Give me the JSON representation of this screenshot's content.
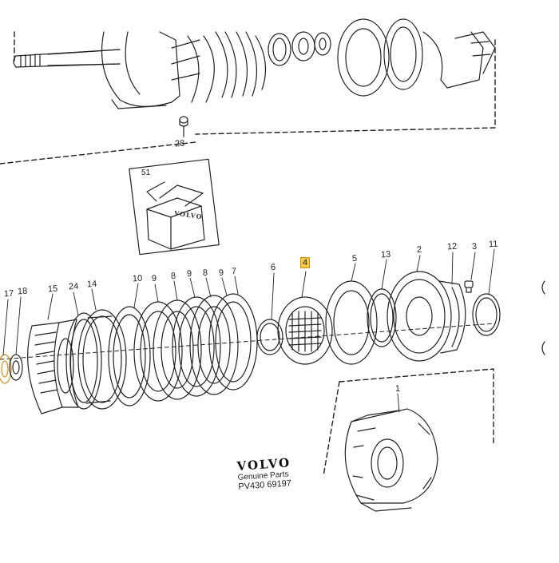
{
  "diagram": {
    "brand": {
      "logo_text": "VOLVO",
      "subtitle": "Genuine Parts",
      "code": "PV430 69197"
    },
    "kit_box_label": "VOLVO",
    "highlighted_part": "4",
    "callouts": [
      {
        "id": "28",
        "label": "28"
      },
      {
        "id": "51",
        "label": "51"
      },
      {
        "id": "17",
        "label": "17"
      },
      {
        "id": "18",
        "label": "18"
      },
      {
        "id": "15",
        "label": "15"
      },
      {
        "id": "24",
        "label": "24"
      },
      {
        "id": "14",
        "label": "14"
      },
      {
        "id": "10",
        "label": "10"
      },
      {
        "id": "9a",
        "label": "9"
      },
      {
        "id": "8a",
        "label": "8"
      },
      {
        "id": "9b",
        "label": "9"
      },
      {
        "id": "8b",
        "label": "8"
      },
      {
        "id": "9c",
        "label": "9"
      },
      {
        "id": "7",
        "label": "7"
      },
      {
        "id": "6",
        "label": "6"
      },
      {
        "id": "4",
        "label": "4"
      },
      {
        "id": "5",
        "label": "5"
      },
      {
        "id": "13",
        "label": "13"
      },
      {
        "id": "2",
        "label": "2"
      },
      {
        "id": "12",
        "label": "12"
      },
      {
        "id": "3",
        "label": "3"
      },
      {
        "id": "11",
        "label": "11"
      },
      {
        "id": "1",
        "label": "1"
      }
    ]
  }
}
